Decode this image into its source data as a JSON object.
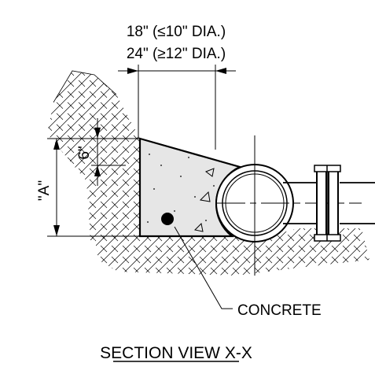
{
  "drawing": {
    "title": "SECTION VIEW X-X",
    "width_dimension": {
      "line_1": "18\" (≤10\" DIA.)",
      "line_2": "24\" (≥12\" DIA.)"
    },
    "top_dimension_label": "6\"",
    "height_dimension_label": "\"A\"",
    "material_callout": "CONCRETE"
  }
}
